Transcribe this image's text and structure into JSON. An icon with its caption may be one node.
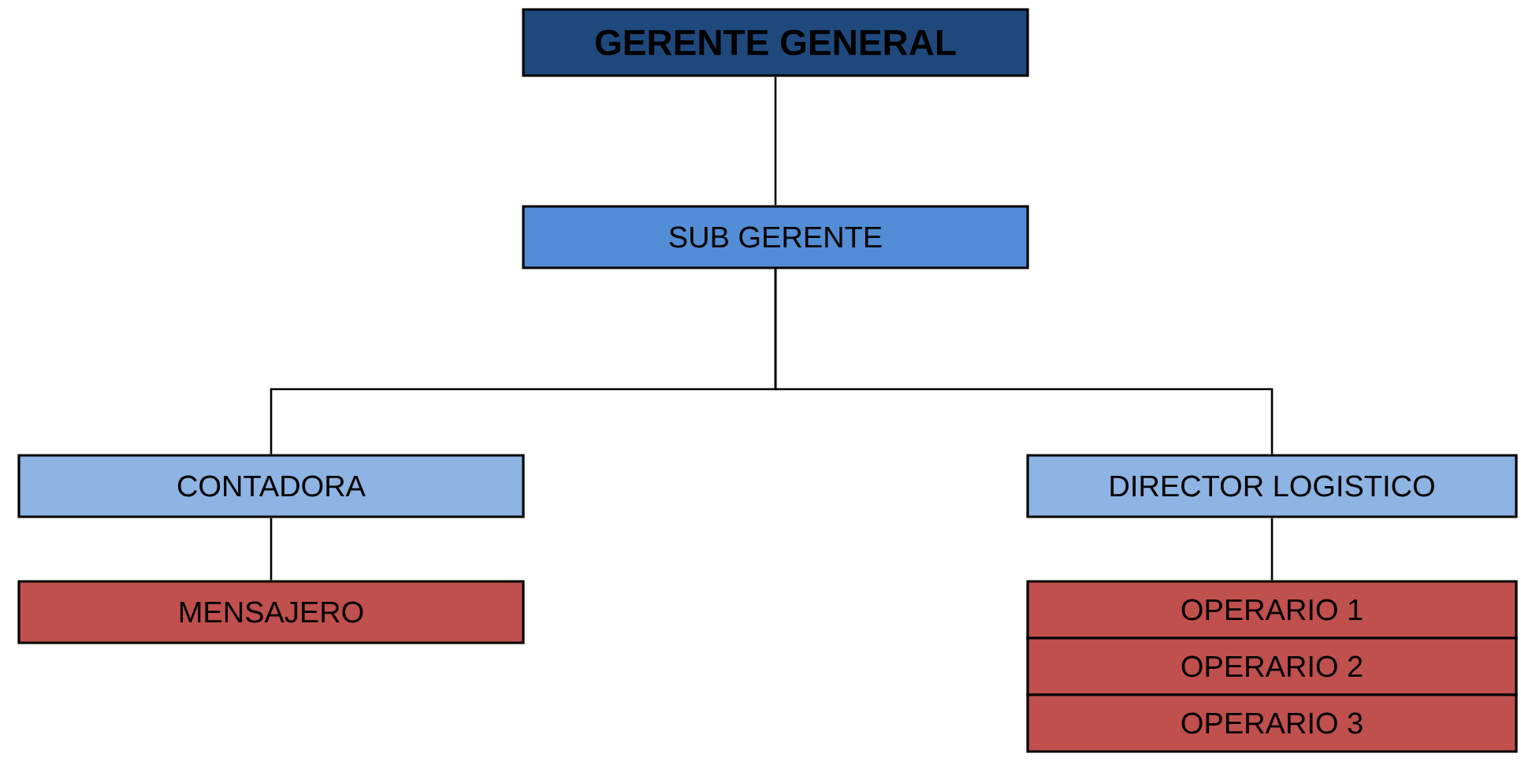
{
  "diagram": {
    "nodes": [
      {
        "text": [
          "GERENTE GENERAL"
        ]
      },
      {
        "text": [
          "SUB GERENTE"
        ]
      },
      {
        "text": [
          "CONTADORA"
        ]
      },
      {
        "text": [
          "DIRECTOR LOGISTICO"
        ]
      },
      {
        "text": [
          "MENSAJERO"
        ]
      },
      {
        "text": [
          "OPERARIO 1"
        ]
      },
      {
        "text": [
          "OPERARIO 2"
        ]
      },
      {
        "text": [
          "OPERARIO 3"
        ]
      }
    ],
    "edges": [
      {
        "from": 0,
        "to": 1,
        "arrow": "none"
      },
      {
        "from": 1,
        "to": 2,
        "arrow": "none"
      },
      {
        "from": 1,
        "to": 3,
        "arrow": "none"
      },
      {
        "from": 2,
        "to": 4,
        "arrow": "none"
      },
      {
        "from": 3,
        "to": 5,
        "arrow": "none"
      }
    ]
  }
}
